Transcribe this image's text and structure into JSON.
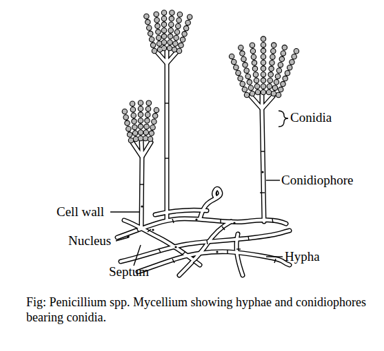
{
  "diagram": {
    "caption": "Fig: Penicillium spp. Mycellium showing hyphae and conidiophores bearing conidia.",
    "labels": [
      "Conidia",
      "Conidiophore",
      "Cell wall",
      "Nucleus",
      "Septum",
      "Hypha"
    ]
  }
}
